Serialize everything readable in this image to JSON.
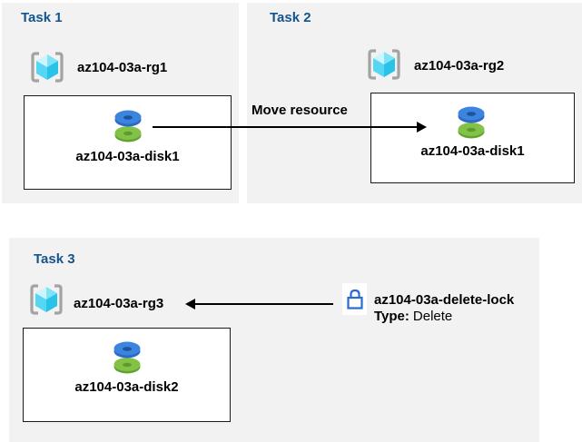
{
  "tasks": [
    {
      "title": "Task 1",
      "resource_group": "az104-03a-rg1",
      "disk": "az104-03a-disk1"
    },
    {
      "title": "Task 2",
      "resource_group": "az104-03a-rg2",
      "disk": "az104-03a-disk1"
    },
    {
      "title": "Task 3",
      "resource_group": "az104-03a-rg3",
      "disk": "az104-03a-disk2"
    }
  ],
  "arrows": {
    "move_label": "Move resource"
  },
  "lock": {
    "name": "az104-03a-delete-lock",
    "type_label": "Type:",
    "type_value": "Delete"
  },
  "icons": {
    "resource_group": "resource-group-icon",
    "disk": "disk-icon",
    "lock": "lock-icon"
  },
  "colors": {
    "panel_bg": "#f2f2f2",
    "task_title_blue": "#14548c",
    "box_border": "#1a1a1a",
    "arrow_black": "#000000",
    "bracket_gray": "#a3a3a3",
    "cube_top_left": "#cdf5fd",
    "cube_top_right": "#7fe3f7",
    "cube_bottom_left": "#55d7f3",
    "cube_bottom_right": "#29c3e8",
    "disk_blue_top": "#3c84de",
    "disk_blue_side": "#2b6bc8",
    "disk_blue_hole": "#1e549f",
    "disk_green_top": "#82c347",
    "disk_green_side": "#61a331",
    "disk_green_hole": "#5d9c2c",
    "lock_blue": "#2a6bd2"
  }
}
